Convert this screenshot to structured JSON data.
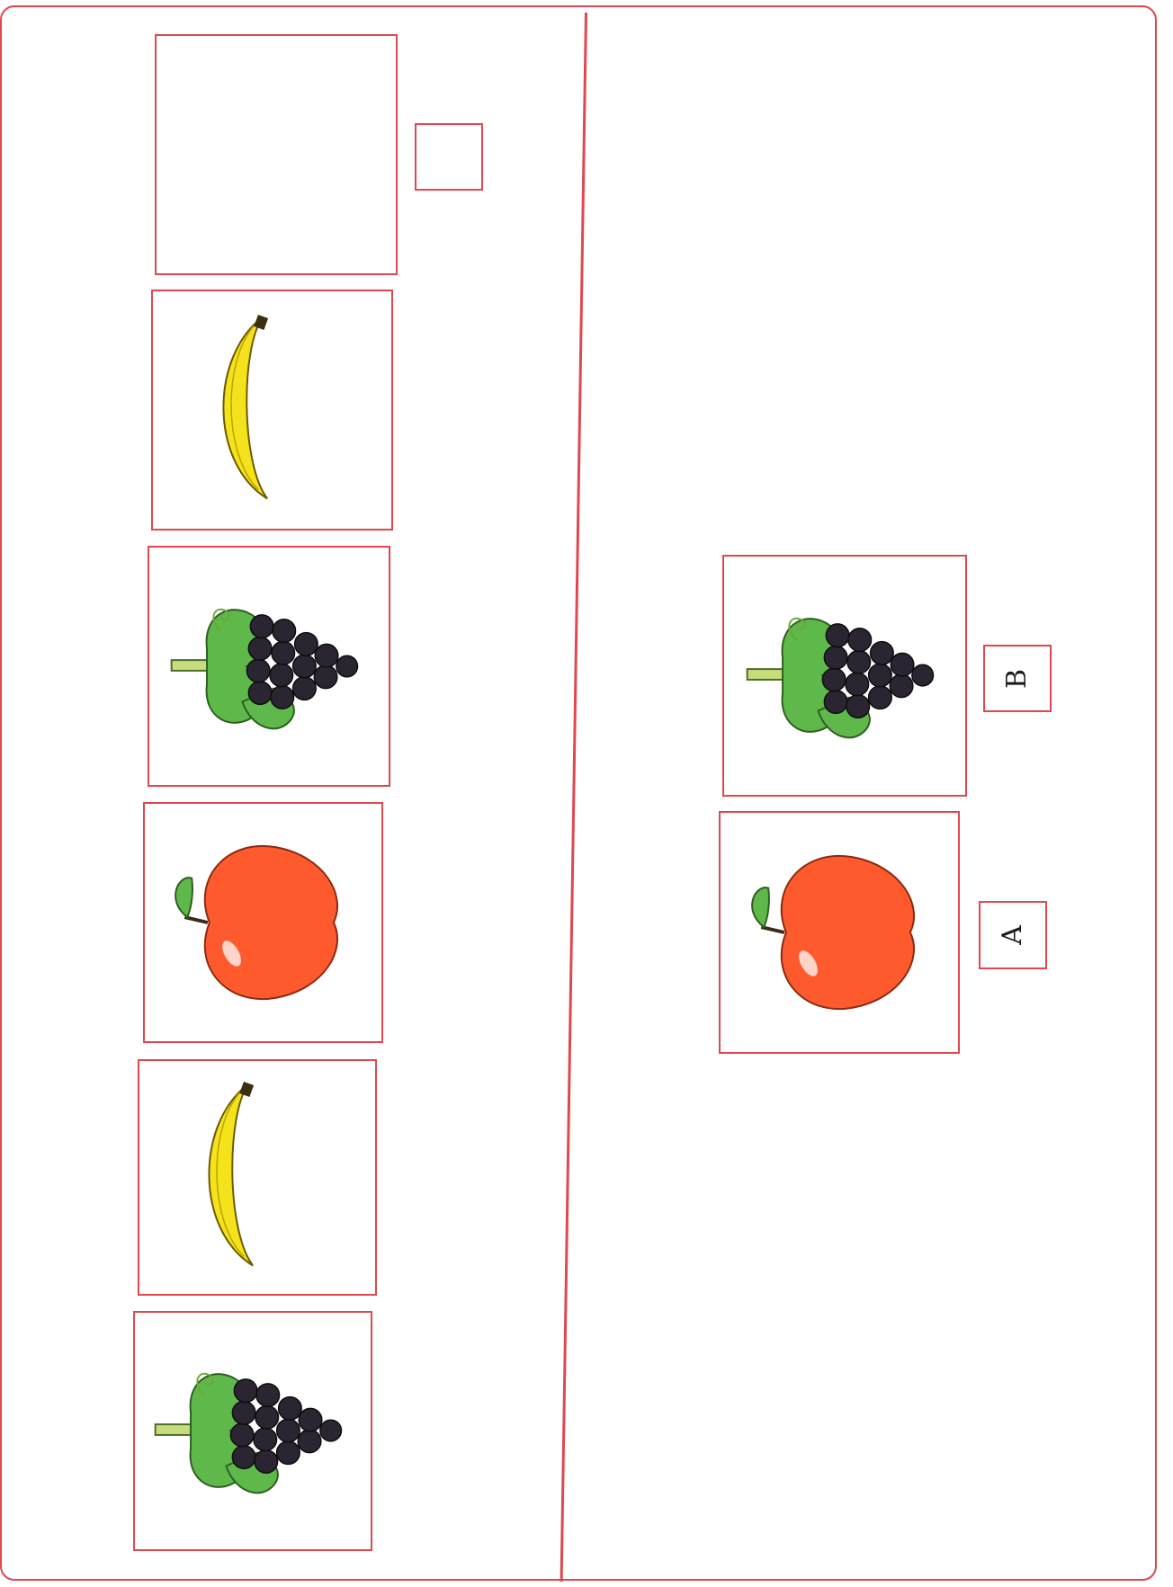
{
  "worksheet": {
    "sequence": [
      "grapes",
      "banana",
      "apple",
      "grapes",
      "banana",
      "blank"
    ],
    "options": [
      {
        "letter": "A",
        "fruit": "apple"
      },
      {
        "letter": "B",
        "fruit": "grapes"
      }
    ]
  },
  "colors": {
    "border": "#e0474f",
    "banana": "#f4e21c",
    "apple": "#ff5a2e",
    "grape": "#2a2530",
    "leaf": "#5fb84a"
  }
}
